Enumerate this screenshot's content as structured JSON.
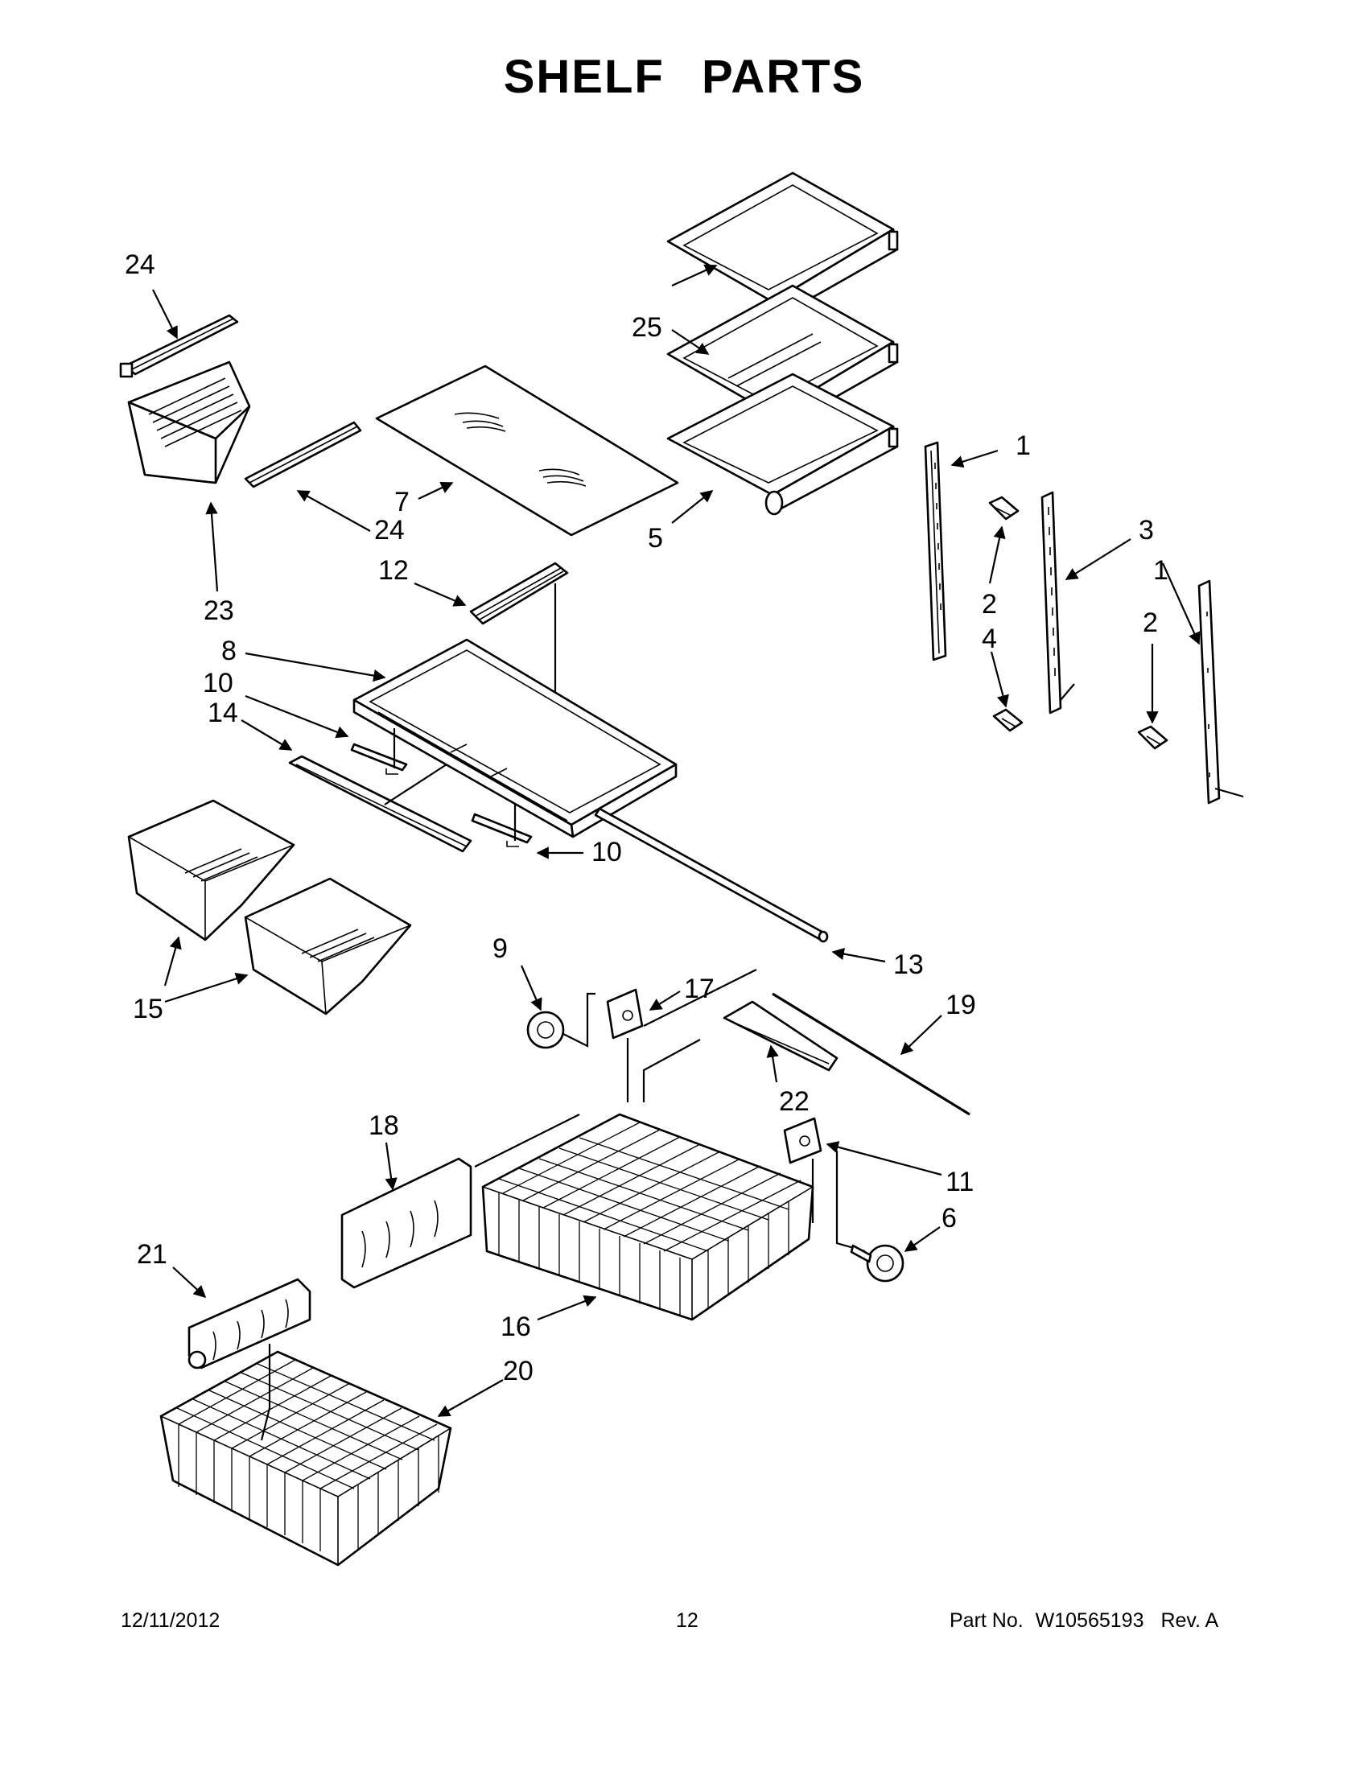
{
  "page": {
    "title_word1": "SHELF",
    "title_word2": "PARTS",
    "footer_date": "12/11/2012",
    "footer_page": "12",
    "footer_part_label": "Part No.",
    "footer_part_number": "W10565193",
    "footer_rev": "Rev.  A"
  },
  "callouts": {
    "c24a": "24",
    "c24b": "24",
    "c25": "25",
    "c5": "5",
    "c7": "7",
    "c12": "12",
    "c23": "23",
    "c8": "8",
    "c10a": "10",
    "c10b": "10",
    "c14": "14",
    "c13": "13",
    "c15": "15",
    "c1a": "1",
    "c1b": "1",
    "c2a": "2",
    "c2b": "2",
    "c3": "3",
    "c4": "4",
    "c9": "9",
    "c17": "17",
    "c19": "19",
    "c22": "22",
    "c18": "18",
    "c11": "11",
    "c6": "6",
    "c21": "21",
    "c16": "16",
    "c20": "20"
  }
}
